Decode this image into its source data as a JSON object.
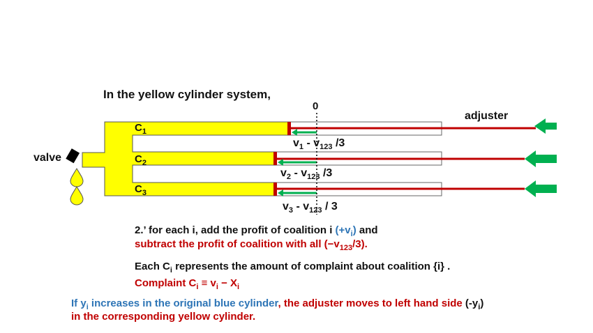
{
  "title": "In the yellow cylinder system,",
  "diagram": {
    "zero_label": "0",
    "adjuster_label": "adjuster",
    "valve_label": "valve",
    "cylinders": [
      {
        "name": "C",
        "sub": "1",
        "formula_a": "v",
        "formula_a_sub": "1",
        "formula_b": " - v",
        "formula_b_sub": "123",
        "formula_c": " /3"
      },
      {
        "name": "C",
        "sub": "2",
        "formula_a": "v",
        "formula_a_sub": "2",
        "formula_b": " - v",
        "formula_b_sub": "123",
        "formula_c": " /3"
      },
      {
        "name": "C",
        "sub": "3",
        "formula_a": "v",
        "formula_a_sub": "3",
        "formula_b": " - v",
        "formula_b_sub": "123",
        "formula_c": " / 3"
      }
    ],
    "colors": {
      "yellow": "#ffff00",
      "red": "#c00000",
      "green": "#00b050",
      "black": "#000000"
    }
  },
  "text": {
    "step_line1_a": "2.’ for each i, add the profit of coalition i ",
    "step_line1_b": "(+v",
    "step_line1_b_sub": "i",
    "step_line1_c": ")",
    "step_line1_d": " and",
    "step_line2_a": "subtract the profit of coalition with all (−v",
    "step_line2_sub": "123",
    "step_line2_b": "/3).",
    "each_a": "Each C",
    "each_sub": "i",
    "each_b": " represents the amount of complaint about coalition {i} .",
    "complaint_a": "Complaint  C",
    "complaint_sub1": "i",
    "complaint_b": " ≡ v",
    "complaint_sub2": "i",
    "complaint_c": " − X",
    "complaint_sub3": "i",
    "if_a": "If y",
    "if_sub1": "i",
    "if_b": " increases in the original blue cylinder",
    "if_c": ", the adjuster moves to left hand side ",
    "if_d": "(-y",
    "if_sub2": "i",
    "if_e": ")",
    "if_line2": "in the corresponding yellow cylinder."
  }
}
